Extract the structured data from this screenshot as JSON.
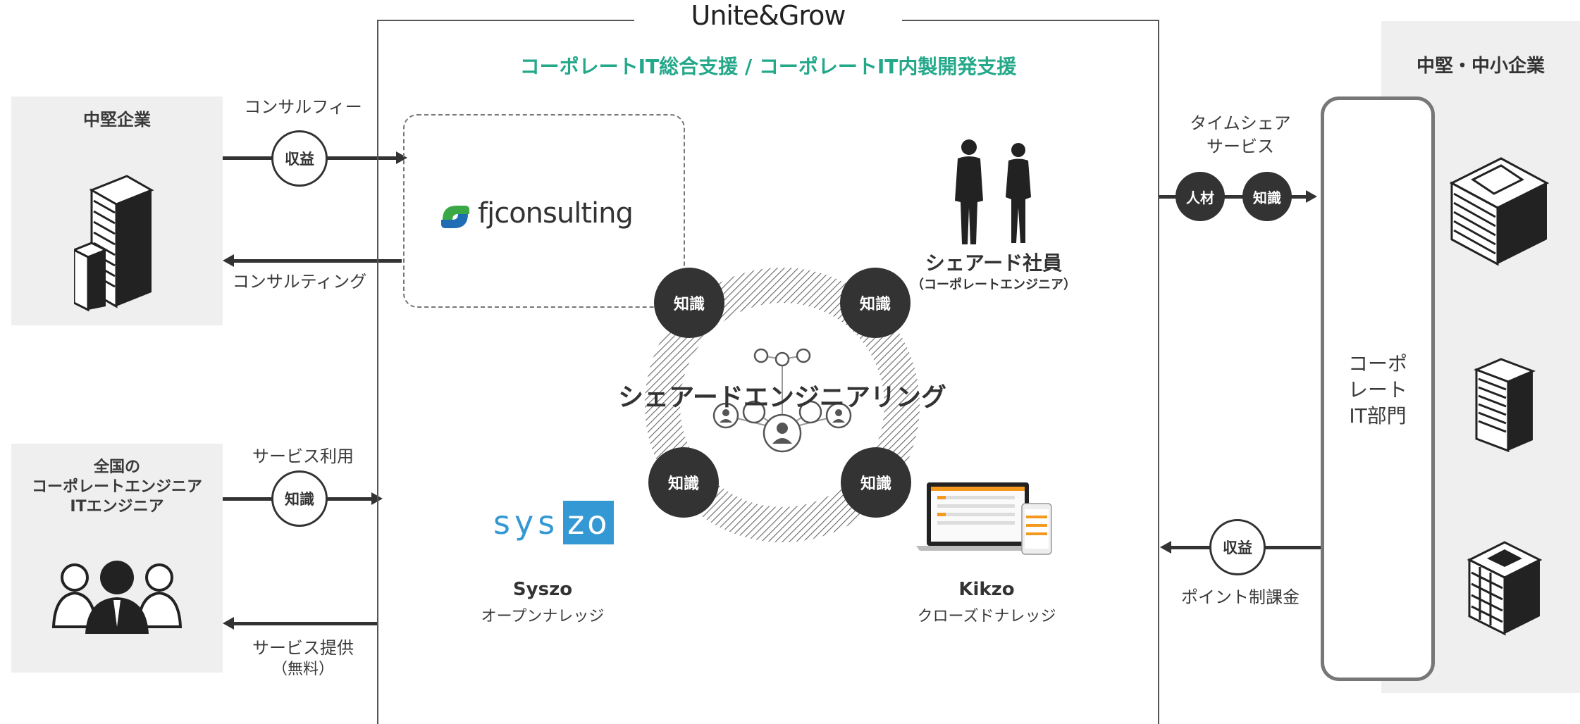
{
  "brand": {
    "title": "Unite&Grow",
    "subtitle": "コーポレートIT総合支援 / コーポレートIT内製開発支援"
  },
  "colors": {
    "accent": "#24a88a",
    "dark": "#333333",
    "panel": "#efefef",
    "syszo_blue": "#3398d4"
  },
  "left_top": {
    "title": "中堅企業",
    "fee_label": "コンサルフィー",
    "fee_badge": "収益",
    "consulting_label": "コンサルティング",
    "icon": "office-building-icon"
  },
  "left_bottom": {
    "title_lines": [
      "全国の",
      "コーポレートエンジニア",
      "ITエンジニア"
    ],
    "usage_label": "サービス利用",
    "usage_badge": "知識",
    "provide_label": "サービス提供",
    "provide_sub": "（無料）",
    "icon": "people-group-icon"
  },
  "center": {
    "fj_logo": "fjconsulting",
    "engineer_title": "シェアードエンジニアリング",
    "share_employee": "シェアード社員",
    "share_employee_sub": "（コーポレートエンジニア）",
    "knowledge_badges": [
      "知識",
      "知識",
      "知識",
      "知識"
    ],
    "syszo_logo_left": "sys",
    "syszo_logo_right": "zo",
    "syszo_name": "Syszo",
    "syszo_desc": "オープンナレッジ",
    "kikzo_name": "Kikzo",
    "kikzo_desc": "クローズドナレッジ"
  },
  "right": {
    "panel_title": "中堅・中小企業",
    "timeshare_line1": "タイムシェア",
    "timeshare_line2": "サービス",
    "badge_talent": "人材",
    "badge_knowledge": "知識",
    "dept_lines": [
      "コーポ",
      "レート",
      "IT部門"
    ],
    "revenue_badge": "収益",
    "point_label": "ポイント制課金"
  }
}
